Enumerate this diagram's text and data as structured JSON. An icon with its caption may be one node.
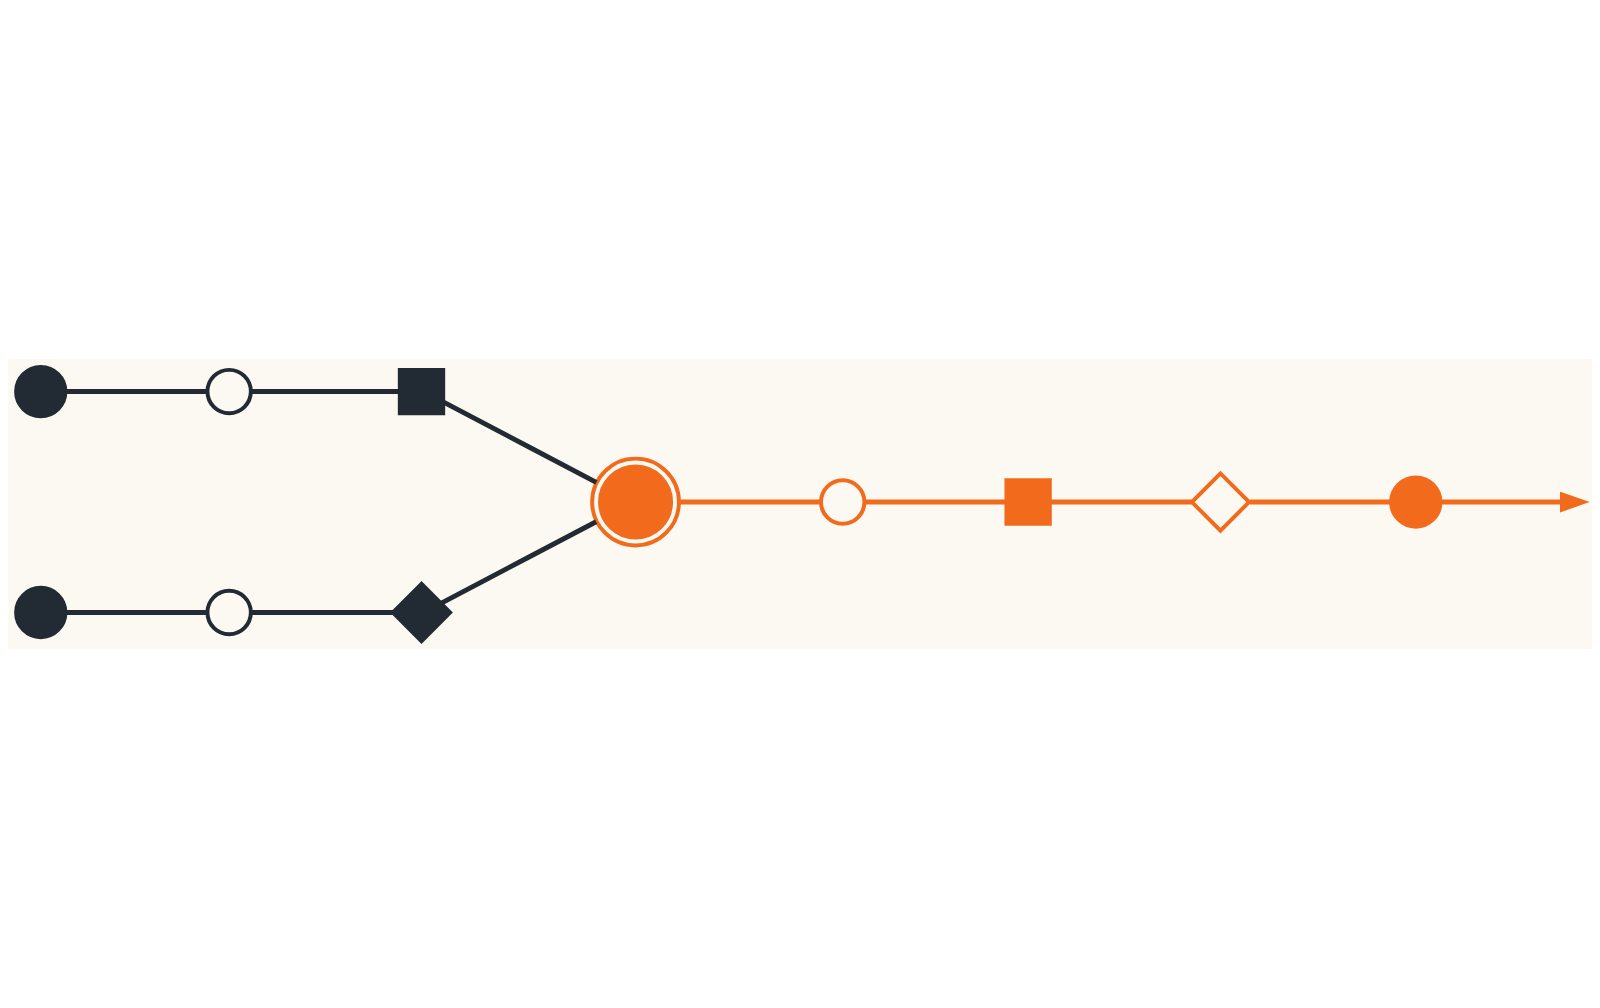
{
  "diagram": {
    "nodes": [
      {
        "text": [],
        "shape": "circle"
      },
      {
        "text": [],
        "shape": "circle"
      },
      {
        "text": [],
        "shape": "box"
      },
      {
        "text": [],
        "shape": "circle"
      },
      {
        "text": [],
        "shape": "circle"
      },
      {
        "text": [],
        "shape": "diamond"
      },
      {
        "text": [],
        "shape": "circle"
      },
      {
        "text": [],
        "shape": "circle"
      },
      {
        "text": [],
        "shape": "box"
      },
      {
        "text": [],
        "shape": "diamond"
      },
      {
        "text": [],
        "shape": "circle"
      }
    ],
    "edges": [
      {
        "from": 0,
        "to": 1,
        "arrow": "none"
      },
      {
        "from": 1,
        "to": 2,
        "arrow": "none"
      },
      {
        "from": 2,
        "to": 6,
        "arrow": "none"
      },
      {
        "from": 3,
        "to": 4,
        "arrow": "none"
      },
      {
        "from": 4,
        "to": 5,
        "arrow": "none"
      },
      {
        "from": 5,
        "to": 6,
        "arrow": "none"
      },
      {
        "from": 6,
        "to": 7,
        "arrow": "none",
        "color": "#f26b1d"
      },
      {
        "from": 7,
        "to": 8,
        "arrow": "none",
        "color": "#f26b1d"
      },
      {
        "from": 8,
        "to": 9,
        "arrow": "none",
        "color": "#f26b1d"
      },
      {
        "from": 9,
        "to": 10,
        "arrow": "none",
        "color": "#f26b1d"
      },
      {
        "from": 10,
        "to": null,
        "arrow": "to",
        "color": "#f26b1d"
      }
    ]
  }
}
